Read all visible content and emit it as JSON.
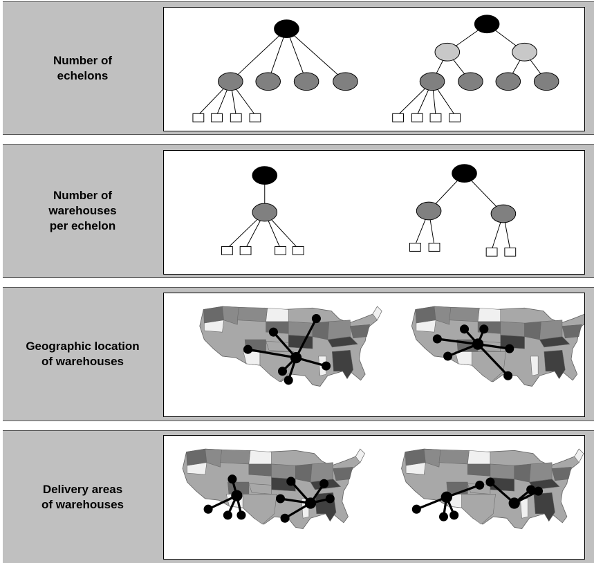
{
  "rows": [
    {
      "label": "Number of\nechelons"
    },
    {
      "label": "Number of\nwarehouses\nper echelon"
    },
    {
      "label": "Geographic location\nof warehouses"
    },
    {
      "label": "Delivery areas\nof warehouses"
    }
  ],
  "colors": {
    "background_band": "#c0c0c0",
    "echelon_top": "#000000",
    "echelon_mid": "#c8c8c8",
    "echelon_low": "#808080",
    "customer": "#ffffff",
    "map_states": [
      "#a8a8a8",
      "#8a8a8a",
      "#6a6a6a",
      "#f0f0f0",
      "#404040"
    ]
  }
}
